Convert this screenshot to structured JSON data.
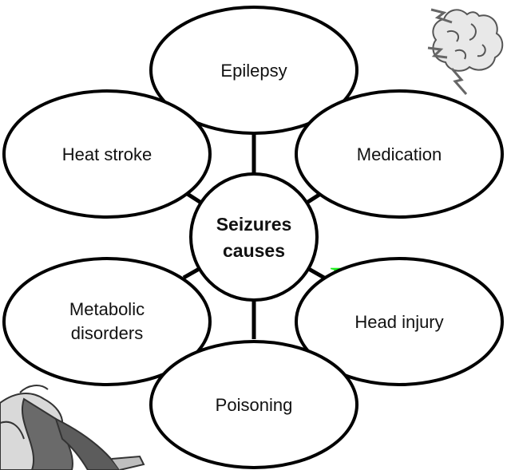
{
  "diagram": {
    "center": {
      "line1": "Seizures",
      "line2": "causes"
    },
    "causes": {
      "epilepsy": "Epilepsy",
      "heat_stroke": "Heat stroke",
      "medication": "Medication",
      "metabolic_line1": "Metabolic",
      "metabolic_line2": "disorders",
      "head_injury": "Head injury",
      "poisoning": "Poisoning"
    },
    "watermark": "www.",
    "colors": {
      "watermark": "#22ee22",
      "outline": "#000000",
      "fill": "#ffffff"
    }
  },
  "illustrations": {
    "top_right": "brain-with-lightning-icon",
    "bottom_left": "person-seizure-illustration"
  }
}
